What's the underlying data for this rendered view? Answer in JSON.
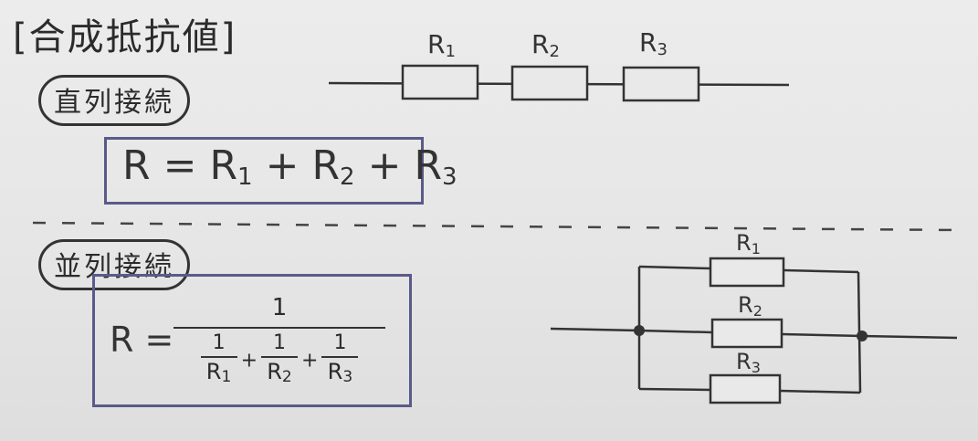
{
  "title": "[合成抵抗値]",
  "series": {
    "label": "直列接続",
    "formula": {
      "lhs": "R",
      "eq": "=",
      "terms": [
        {
          "base": "R",
          "sub": "1"
        },
        {
          "base": "R",
          "sub": "2"
        },
        {
          "base": "R",
          "sub": "3"
        }
      ],
      "plus": "+"
    },
    "resistors": [
      {
        "base": "R",
        "sub": "1"
      },
      {
        "base": "R",
        "sub": "2"
      },
      {
        "base": "R",
        "sub": "3"
      }
    ]
  },
  "parallel": {
    "label": "並列接続",
    "formula": {
      "lhs": "R",
      "eq": "=",
      "numerator": "1",
      "terms": [
        {
          "n": "1",
          "base": "R",
          "sub": "1"
        },
        {
          "n": "1",
          "base": "R",
          "sub": "2"
        },
        {
          "n": "1",
          "base": "R",
          "sub": "3"
        }
      ],
      "plus": "+"
    },
    "resistors": [
      {
        "base": "R",
        "sub": "1"
      },
      {
        "base": "R",
        "sub": "2"
      },
      {
        "base": "R",
        "sub": "3"
      }
    ]
  },
  "colors": {
    "ink": "#2b2b2b",
    "box_border": "#5a5a8a",
    "paper": "#e8e8e8"
  }
}
